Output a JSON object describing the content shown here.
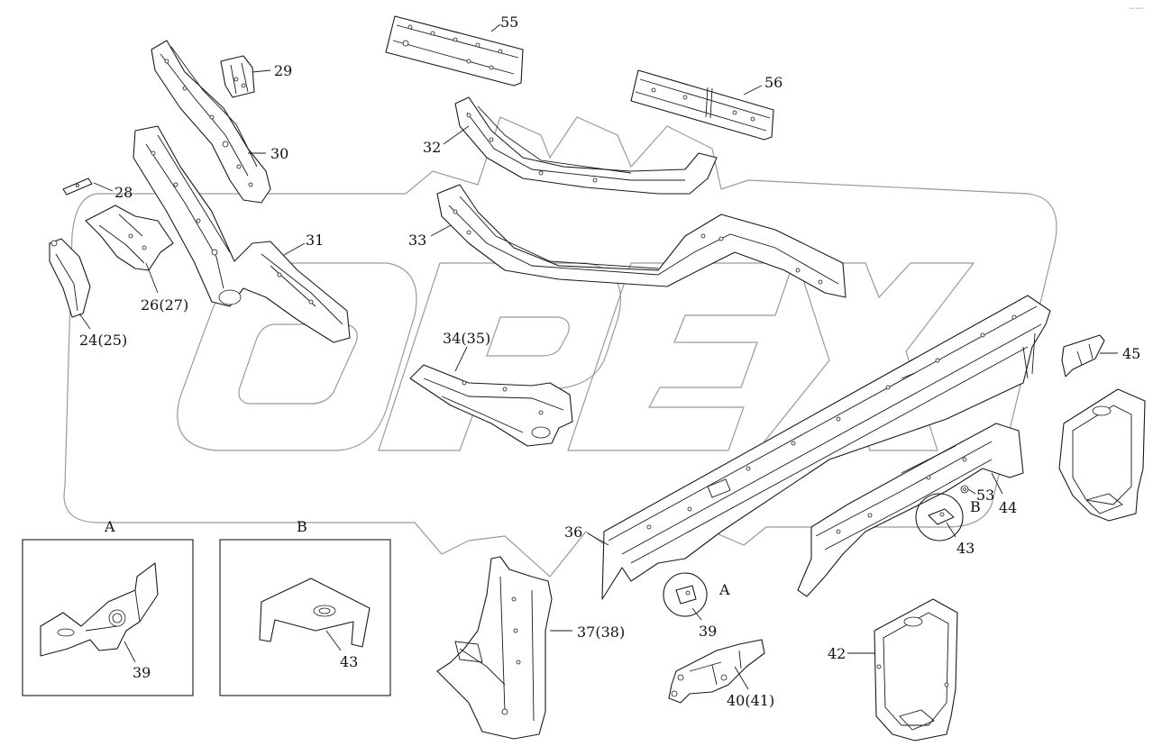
{
  "watermark": {
    "text": "OPEX",
    "color": "#9a9a9a"
  },
  "callouts": {
    "c55": "55",
    "c56": "56",
    "c29": "29",
    "c30": "30",
    "c32": "32",
    "c28": "28",
    "c31": "31",
    "c33": "33",
    "c26": "26(27)",
    "c24": "24(25)",
    "c34": "34(35)",
    "c45": "45",
    "c36": "36",
    "c53": "53",
    "c44": "44",
    "cB_main": "B",
    "c43_main": "43",
    "cA_main": "A",
    "c39_main": "39",
    "c37": "37(38)",
    "c40": "40(41)",
    "c42": "42"
  },
  "detail_views": {
    "A": {
      "title": "A",
      "part": "39"
    },
    "B": {
      "title": "B",
      "part": "43"
    }
  },
  "corner_mark": "•• •••"
}
